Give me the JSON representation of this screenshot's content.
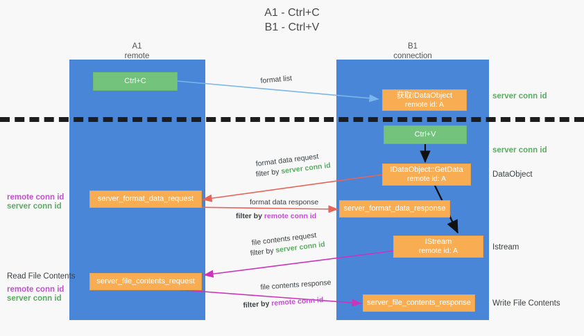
{
  "title": {
    "line1": "A1 - Ctrl+C",
    "line2": "B1 - Ctrl+V"
  },
  "lanes": [
    {
      "name": "A1",
      "sub": "remote"
    },
    {
      "name": "B1",
      "sub": "connection"
    }
  ],
  "nodes": {
    "ctrl_c": {
      "label": "Ctrl+C"
    },
    "get_idataobject": {
      "line1": "获取IDataObject",
      "line2": "remote id: A"
    },
    "ctrl_v": {
      "label": "Ctrl+V"
    },
    "getdata": {
      "line1": "IDataObject::GetData",
      "line2": "remote id: A"
    },
    "istream": {
      "line1": "IStream",
      "line2": "remote id: A"
    },
    "fmt_req": {
      "label": "server_format_data_request"
    },
    "fmt_resp": {
      "label": "server_format_data_response"
    },
    "file_req": {
      "label": "server_file_contents_request"
    },
    "file_resp": {
      "label": "server_file_contents_response"
    }
  },
  "edges": {
    "format_list": "format list",
    "fmt_req_a": "format data request",
    "fmt_req_b_pre": "filter by ",
    "fmt_req_b_key": "server conn id",
    "fmt_resp_a": "format data response",
    "fmt_resp_b_pre": "filter by ",
    "fmt_resp_b_key": "remote conn id",
    "file_req_a": "file contents request",
    "file_req_b_pre": "filter by ",
    "file_req_b_key": "server conn id",
    "file_resp_a": "file contents response",
    "file_resp_b_pre": "filter by ",
    "file_resp_b_key": "remote conn id"
  },
  "right_labels": {
    "server_conn_id_1": "server conn id",
    "server_conn_id_2": "server conn id",
    "dataobject": "DataObject",
    "istream": "Istream",
    "write_file_contents": "Write File Contents"
  },
  "left_labels": {
    "remote_conn_id_1": "remote conn id",
    "server_conn_id_1": "server conn id",
    "read_file_contents": "Read File Contents",
    "remote_conn_id_2": "remote conn id",
    "server_conn_id_2": "server conn id"
  },
  "colors": {
    "lane": "#4a86d8",
    "green_box": "#74c37c",
    "orange_box": "#f9ad52",
    "green_text": "#5aab62",
    "purple_text": "#c24fd0",
    "blue_arrow": "#7ab6e8",
    "red_arrow": "#e8645a",
    "magenta_arrow": "#cc33bb",
    "black_arrow": "#000000",
    "background": "#f8f8f8"
  }
}
